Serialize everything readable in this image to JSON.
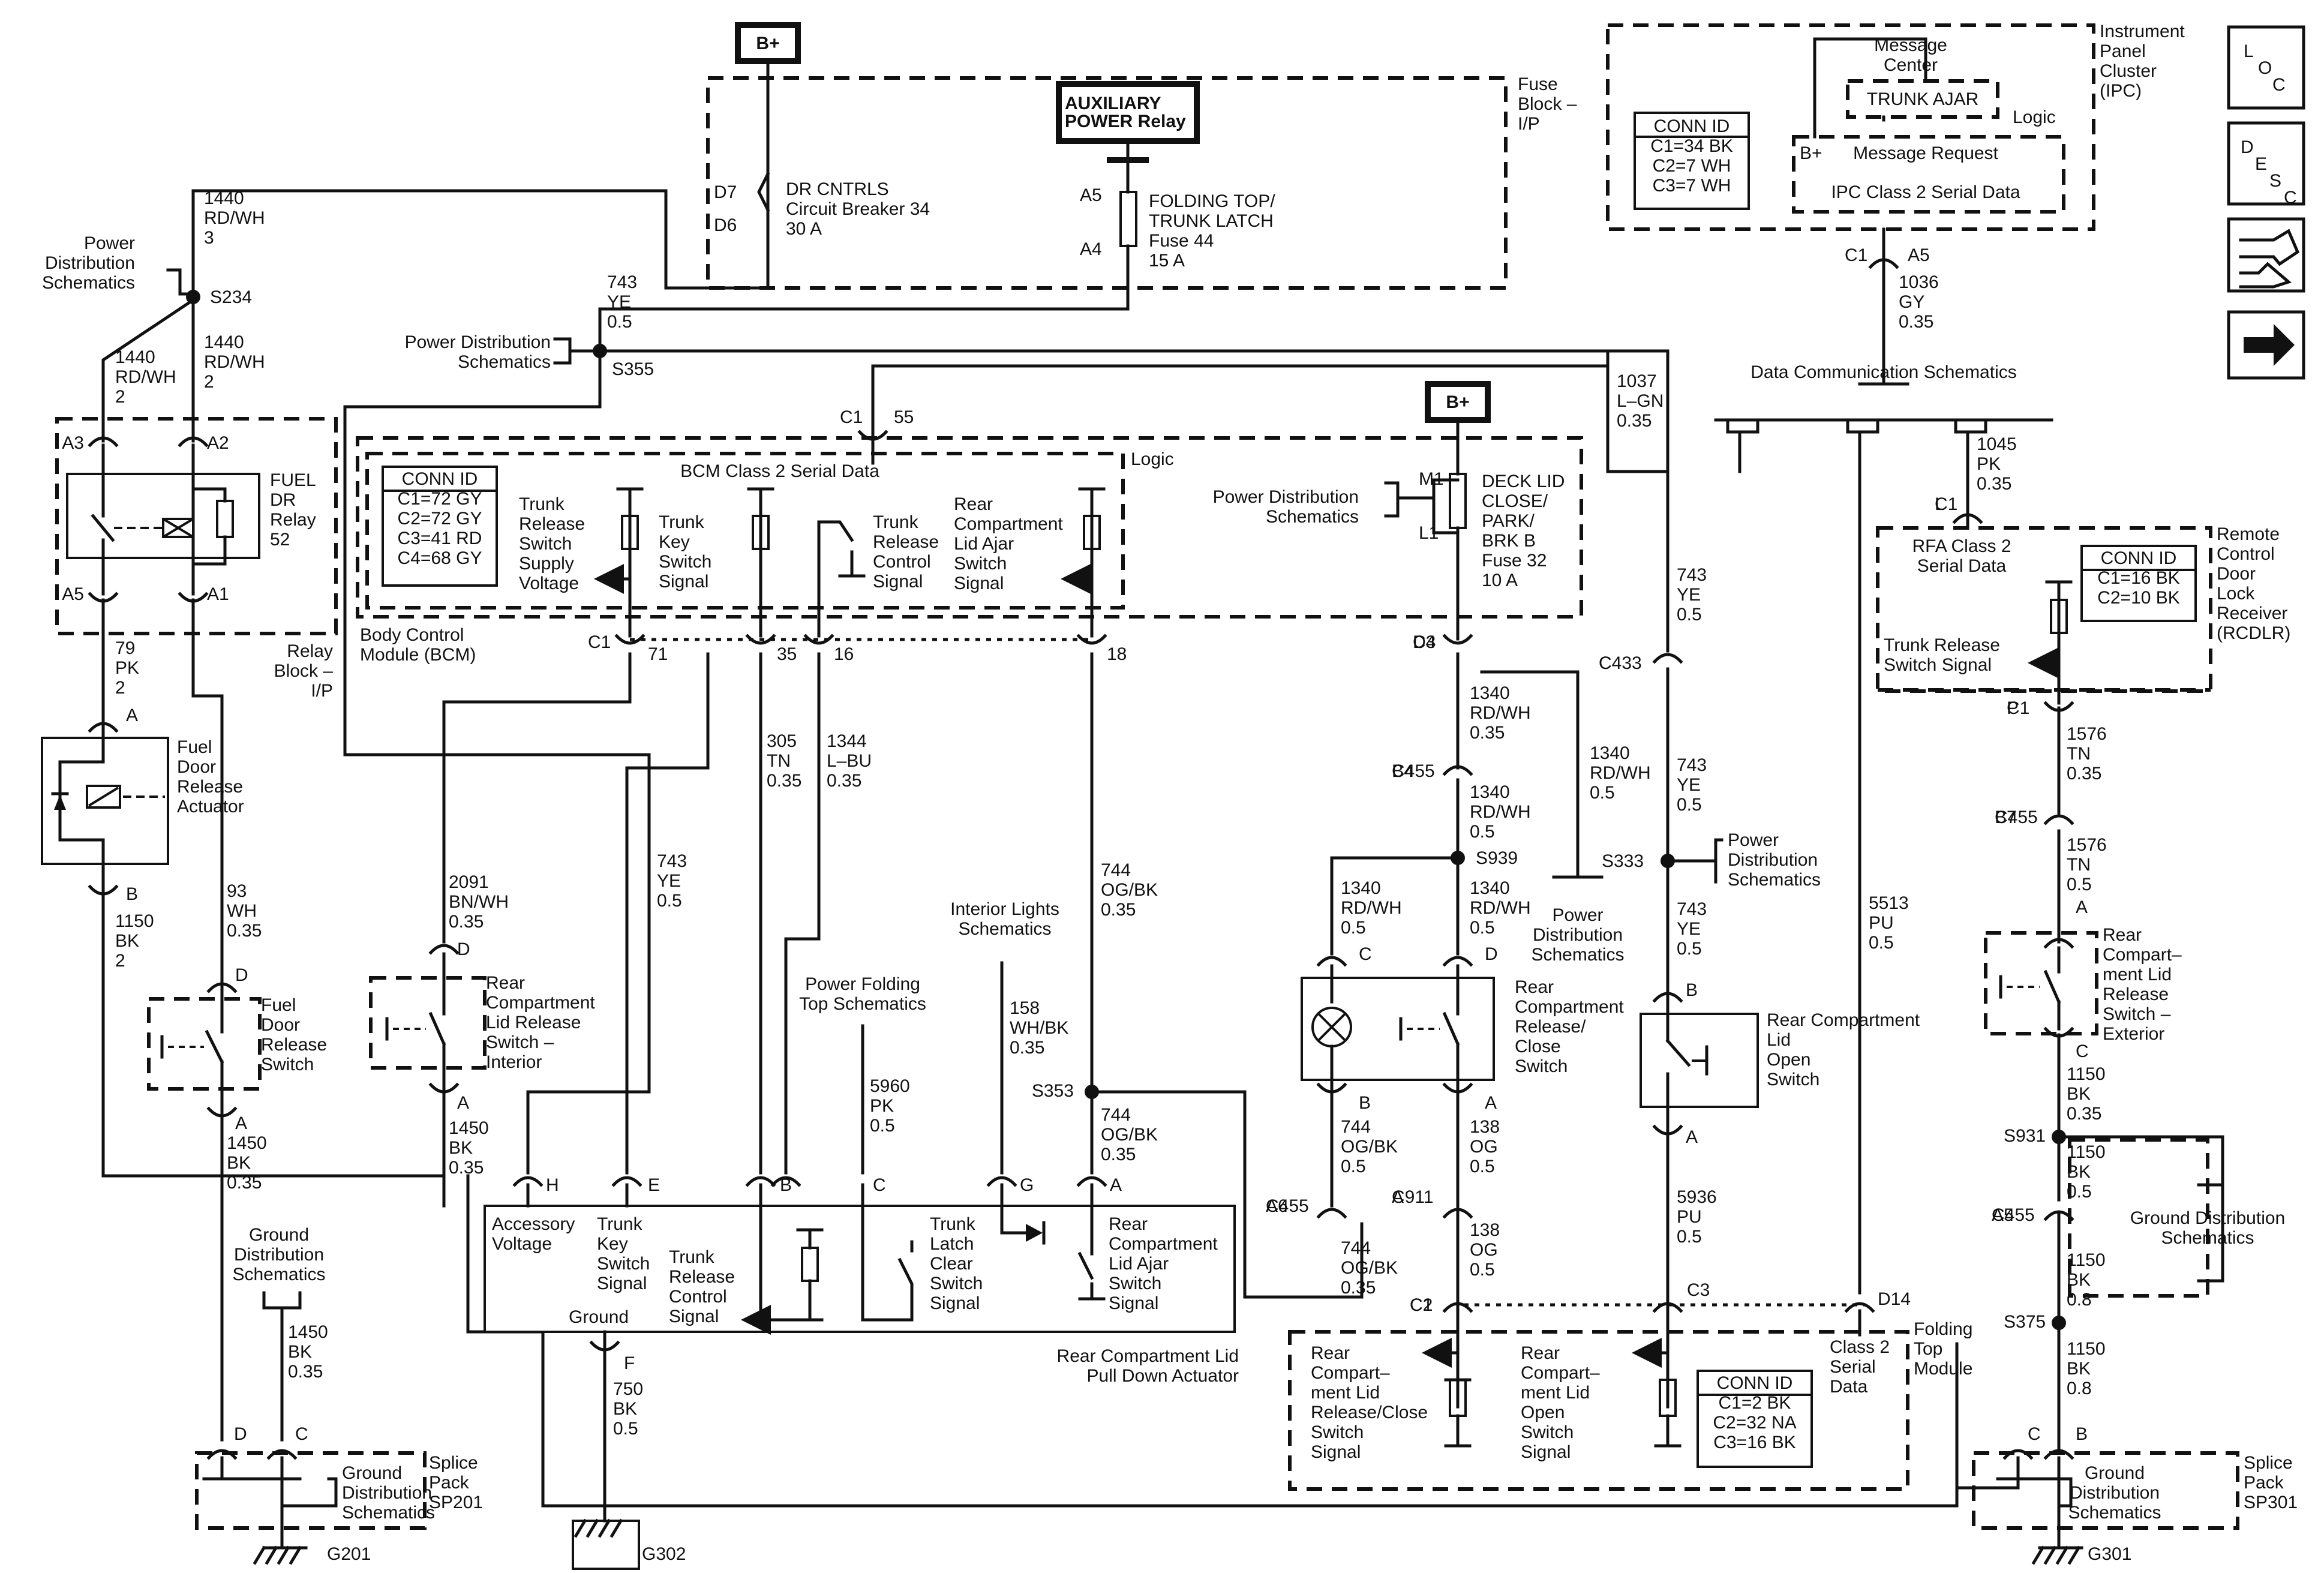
{
  "batt": "B+",
  "relay_aux": [
    "AUXILIARY",
    "POWER Relay"
  ],
  "fuse_block": [
    "Fuse",
    "Block –",
    "I/P"
  ],
  "cb34": {
    "pin_top": "D7",
    "pin_bot": "D6",
    "lines": [
      "DR CNTRLS",
      "Circuit Breaker 34",
      "30 A"
    ]
  },
  "fuse44": {
    "pin_top": "A5",
    "pin_bot": "A4",
    "lines": [
      "FOLDING TOP/",
      "TRUNK LATCH",
      "Fuse 44",
      "15 A"
    ]
  },
  "ipc": {
    "title": [
      "Instrument",
      "Panel",
      "Cluster",
      "(IPC)"
    ],
    "message_center": [
      "Message",
      "Center"
    ],
    "trunk_ajar": "TRUNK AJAR",
    "logic": "Logic",
    "bplus": "B+",
    "message_request": "Message Request",
    "serial": "IPC Class 2 Serial Data",
    "conn": [
      "CONN ID",
      "C1=34 BK",
      "C2=7 WH",
      "C3=7 WH"
    ],
    "c1": "C1",
    "a5": "A5"
  },
  "side_icons": {
    "loc": [
      "L",
      "O",
      "C"
    ],
    "desc": [
      "D",
      "E",
      "S",
      "C"
    ]
  },
  "w1036": [
    "1036",
    "GY",
    "0.35"
  ],
  "data_comm": "Data Communication Schematics",
  "power_dist_1": [
    "Power",
    "Distribution",
    "Schematics"
  ],
  "s234": "S234",
  "w1440_top": [
    "1440",
    "RD/WH",
    "3"
  ],
  "w1440_l": [
    "1440",
    "RD/WH",
    "2"
  ],
  "w1440_r": [
    "1440",
    "RD/WH",
    "2"
  ],
  "w743_top": [
    "743",
    "YE",
    "0.5"
  ],
  "power_dist_2": [
    "Power Distribution",
    "Schematics"
  ],
  "s355": "S355",
  "fuel_relay": {
    "a3": "A3",
    "a2": "A2",
    "a5": "A5",
    "a1": "A1",
    "label": [
      "FUEL",
      "DR",
      "Relay",
      "52"
    ]
  },
  "relay_block": [
    "Relay",
    "Block –",
    "I/P"
  ],
  "w79": [
    "79",
    "PK",
    "2"
  ],
  "pin_a_act": "A",
  "actuator": [
    "Fuel",
    "Door",
    "Release",
    "Actuator"
  ],
  "pin_b_act": "B",
  "w1150_left": [
    "1150",
    "BK",
    "2"
  ],
  "w93": [
    "93",
    "WH",
    "0.35"
  ],
  "fdrs": {
    "d": "D",
    "a": "A",
    "label": [
      "Fuel",
      "Door",
      "Release",
      "Switch"
    ]
  },
  "w1450_l": [
    "1450",
    "BK",
    "0.35"
  ],
  "bcm": {
    "c1": "C1",
    "p55": "55",
    "logic": "Logic",
    "serial": "BCM Class 2 Serial Data",
    "conn": [
      "CONN ID",
      "C1=72 GY",
      "C2=72 GY",
      "C3=41 RD",
      "C4=68 GY"
    ],
    "trsv": [
      "Trunk",
      "Release",
      "Switch",
      "Supply",
      "Voltage"
    ],
    "tks": [
      "Trunk",
      "Key",
      "Switch",
      "Signal"
    ],
    "trcs": [
      "Trunk",
      "Release",
      "Control",
      "Signal"
    ],
    "rclajs": [
      "Rear",
      "Compartment",
      "Lid Ajar",
      "Switch",
      "Signal"
    ],
    "name": [
      "Body Control",
      "Module (BCM)"
    ],
    "c1_bot": "C1",
    "p71": "71",
    "p35": "35",
    "p16": "16",
    "p18": "18"
  },
  "w2091": [
    "2091",
    "BN/WH",
    "0.35"
  ],
  "rclrsi": {
    "d": "D",
    "a": "A",
    "label": [
      "Rear",
      "Compartment",
      "Lid Release",
      "Switch –",
      "Interior"
    ]
  },
  "w1450_m": [
    "1450",
    "BK",
    "0.35"
  ],
  "w743_mid": [
    "743",
    "YE",
    "0.5"
  ],
  "w305": [
    "305",
    "TN",
    "0.35"
  ],
  "w1344": [
    "1344",
    "L–BU",
    "0.35"
  ],
  "w744_a": [
    "744",
    "OG/BK",
    "0.35"
  ],
  "interior_lights": [
    "Interior Lights",
    "Schematics"
  ],
  "power_folding": [
    "Power Folding",
    "Top Schematics"
  ],
  "w5960": [
    "5960",
    "PK",
    "0.5"
  ],
  "w158": [
    "158",
    "WH/BK",
    "0.35"
  ],
  "s353": "S353",
  "w744_b": [
    "744",
    "OG/BK",
    "0.35"
  ],
  "actuator_box": {
    "pins": [
      "H",
      "E",
      "B",
      "C",
      "G",
      "A"
    ],
    "acc": [
      "Accessory",
      "Voltage"
    ],
    "tks": [
      "Trunk",
      "Key",
      "Switch",
      "Signal"
    ],
    "trcs": [
      "Trunk",
      "Release",
      "Control",
      "Signal"
    ],
    "ground": "Ground",
    "tlcs": [
      "Trunk",
      "Latch",
      "Clear",
      "Switch",
      "Signal"
    ],
    "rclajs": [
      "Rear",
      "Compartment",
      "Lid Ajar",
      "Switch",
      "Signal"
    ],
    "name": [
      "Rear Compartment Lid",
      "Pull Down Actuator"
    ],
    "f": "F"
  },
  "w750": [
    "750",
    "BK",
    "0.5"
  ],
  "ground_dist_left": [
    "Ground",
    "Distribution",
    "Schematics"
  ],
  "w1450_g": [
    "1450",
    "BK",
    "0.35"
  ],
  "sp201": {
    "d": "D",
    "c": "C",
    "label": [
      "Ground",
      "Distribution",
      "Schematics"
    ],
    "name": [
      "Splice",
      "Pack",
      "SP201"
    ]
  },
  "g201": "G201",
  "g302": "G302",
  "bplus2": "B+",
  "power_dist_3": [
    "Power Distribution",
    "Schematics"
  ],
  "fuse32": {
    "m1": "M1",
    "l1": "L1",
    "lines": [
      "DECK LID",
      "CLOSE/",
      "PARK/",
      "BRK B",
      "Fuse 32",
      "10 A"
    ]
  },
  "c3d4": [
    "C3",
    "D4"
  ],
  "w1340_a": [
    "1340",
    "RD/WH",
    "0.35"
  ],
  "c455_b4": [
    "C455",
    "B4"
  ],
  "w1340_b": [
    "1340",
    "RD/WH",
    "0.5"
  ],
  "w1340_side": [
    "1340",
    "RD/WH",
    "0.5"
  ],
  "s939": "S939",
  "w1340_c": [
    "1340",
    "RD/WH",
    "0.5"
  ],
  "w1340_d": [
    "1340",
    "RD/WH",
    "0.5"
  ],
  "power_dist_4": [
    "Power",
    "Distribution",
    "Schematics"
  ],
  "rclrc": {
    "c": "C",
    "d": "D",
    "b": "B",
    "a": "A",
    "label": [
      "Rear",
      "Compartment",
      "Release/",
      "Close",
      "Switch"
    ]
  },
  "w744_c": [
    "744",
    "OG/BK",
    "0.5"
  ],
  "w138_a": [
    "138",
    "OG",
    "0.5"
  ],
  "c455_a6": [
    "C455",
    "A6"
  ],
  "c911_a": [
    "C911",
    "A"
  ],
  "w744_d": [
    "744",
    "OG/BK",
    "0.35"
  ],
  "w138_b": [
    "138",
    "OG",
    "0.5"
  ],
  "w1037": [
    "1037",
    "L–GN",
    "0.35"
  ],
  "w743_r1": [
    "743",
    "YE",
    "0.5"
  ],
  "c433": [
    "C433",
    "C"
  ],
  "w743_r2": [
    "743",
    "YE",
    "0.5"
  ],
  "s333": "S333",
  "power_dist_5": [
    "Power",
    "Distribution",
    "Schematics"
  ],
  "w743_r3": [
    "743",
    "YE",
    "0.5"
  ],
  "rclos": {
    "b": "B",
    "a": "A",
    "label": [
      "Rear Compartment",
      "Lid",
      "Open",
      "Switch"
    ]
  },
  "w5936": [
    "5936",
    "PU",
    "0.5"
  ],
  "w5513": [
    "5513",
    "PU",
    "0.5"
  ],
  "ftm": {
    "c2c1": [
      "C2",
      "C1"
    ],
    "c3": "C3",
    "d14": "D14",
    "rclrcs": [
      "Rear",
      "Compart–",
      "ment Lid",
      "Release/Close",
      "Switch",
      "Signal"
    ],
    "rclos": [
      "Rear",
      "Compart–",
      "ment Lid",
      "Open",
      "Switch",
      "Signal"
    ],
    "conn": [
      "CONN ID",
      "C1=2 BK",
      "C2=32 NA",
      "C3=16 BK"
    ],
    "class2": [
      "Class 2",
      "Serial",
      "Data"
    ],
    "name": [
      "Folding",
      "Top",
      "Module"
    ]
  },
  "w1045": [
    "1045",
    "PK",
    "0.35"
  ],
  "c1l": [
    "C1",
    "L"
  ],
  "rcdlr": {
    "serial": [
      "RFA Class 2",
      "Serial Data"
    ],
    "conn": [
      "CONN ID",
      "C1=16 BK",
      "C2=10 BK"
    ],
    "trs": [
      "Trunk Release",
      "Switch Signal"
    ],
    "name": [
      "Remote",
      "Control",
      "Door",
      "Lock",
      "Receiver",
      "(RCDLR)"
    ],
    "c1p": [
      "C1",
      "P"
    ]
  },
  "w1576_a": [
    "1576",
    "TN",
    "0.35"
  ],
  "c455_b7": [
    "C455",
    "B7"
  ],
  "w1576_b": [
    "1576",
    "TN",
    "0.5"
  ],
  "rclrse": {
    "a": "A",
    "c": "C",
    "label": [
      "Rear",
      "Compart–",
      "ment Lid",
      "Release",
      "Switch –",
      "Exterior"
    ]
  },
  "w1150_a": [
    "1150",
    "BK",
    "0.35"
  ],
  "s931": "S931",
  "w1150_b": [
    "1150",
    "BK",
    "0.5"
  ],
  "c455_a5": [
    "C455",
    "A5"
  ],
  "ground_dist_right": [
    "Ground Distribution",
    "Schematics"
  ],
  "w1150_c": [
    "1150",
    "BK",
    "0.8"
  ],
  "s375": "S375",
  "w1150_d": [
    "1150",
    "BK",
    "0.8"
  ],
  "sp301": {
    "c": "C",
    "b": "B",
    "label": [
      "Ground",
      "Distribution",
      "Schematics"
    ],
    "name": [
      "Splice",
      "Pack",
      "SP301"
    ]
  },
  "g301": "G301"
}
